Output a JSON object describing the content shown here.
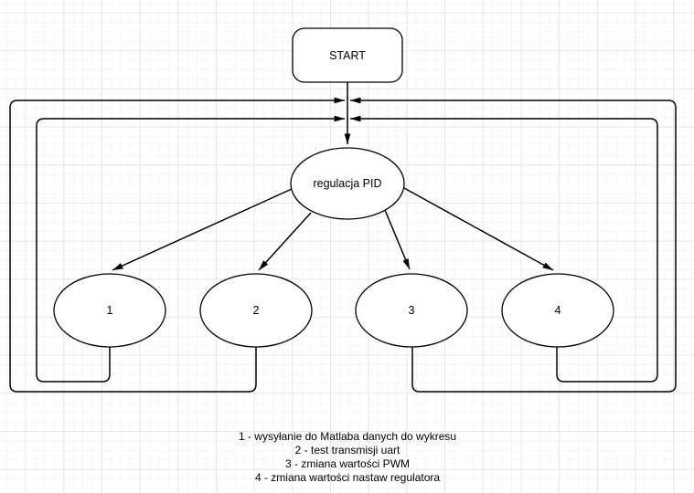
{
  "diagram": {
    "colors": {
      "background": "#ffffff",
      "gridMinor": "#f6f6f6",
      "gridMajor": "#e6e6e6",
      "stroke": "#000000",
      "text": "#000000"
    },
    "nodes": {
      "start": {
        "label": "START",
        "shape": "rounded-rectangle"
      },
      "pid": {
        "label": "regulacja PID",
        "shape": "ellipse"
      },
      "task1": {
        "label": "1",
        "shape": "ellipse"
      },
      "task2": {
        "label": "2",
        "shape": "ellipse"
      },
      "task3": {
        "label": "3",
        "shape": "ellipse"
      },
      "task4": {
        "label": "4",
        "shape": "ellipse"
      }
    },
    "edges": [
      {
        "from": "start",
        "to": "pid",
        "type": "arrow"
      },
      {
        "from": "pid",
        "to": "task1",
        "type": "arrow"
      },
      {
        "from": "pid",
        "to": "task2",
        "type": "arrow"
      },
      {
        "from": "pid",
        "to": "task3",
        "type": "arrow"
      },
      {
        "from": "pid",
        "to": "task4",
        "type": "arrow"
      },
      {
        "from": "task1",
        "to": "main-flow",
        "type": "loop-return"
      },
      {
        "from": "task2",
        "to": "main-flow",
        "type": "loop-return"
      },
      {
        "from": "task3",
        "to": "main-flow",
        "type": "loop-return"
      },
      {
        "from": "task4",
        "to": "main-flow",
        "type": "loop-return"
      }
    ],
    "legend": {
      "lines": [
        "1 - wysyłanie do Matlaba danych do wykresu",
        "2 - test transmisji uart",
        "3 - zmiana wartości PWM",
        "4 - zmiana wartości nastaw regulatora"
      ]
    }
  }
}
